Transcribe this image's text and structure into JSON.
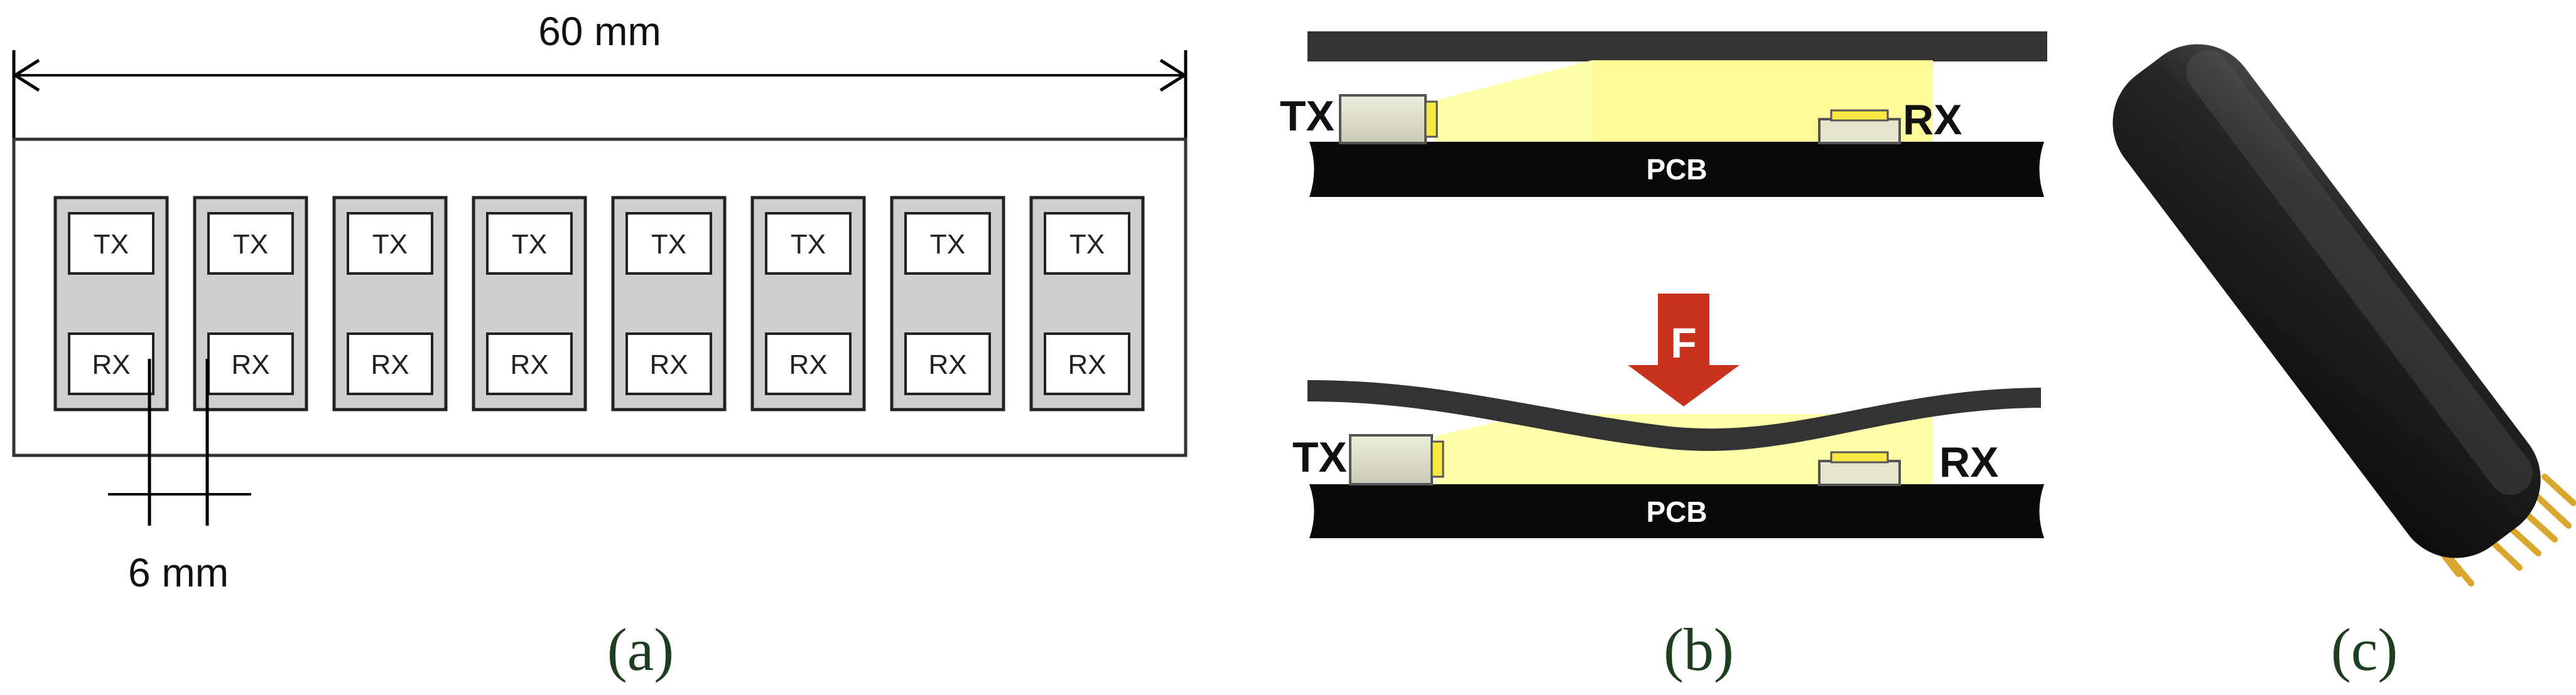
{
  "panel_a": {
    "width_dimension": "60 mm",
    "pitch_dimension": "6 mm",
    "tx_label": "TX",
    "rx_label": "RX",
    "sensor_count": 8,
    "caption": "(a)"
  },
  "panel_b": {
    "top": {
      "tx_label": "TX",
      "rx_label": "RX",
      "pcb_label": "PCB"
    },
    "bottom": {
      "tx_label": "TX",
      "rx_label": "RX",
      "pcb_label": "PCB"
    },
    "force_label": "F",
    "caption": "(b)"
  },
  "panel_c": {
    "caption": "(c)"
  },
  "colors": {
    "sensor_fill": "#cfcfcf",
    "light_beam": "#ffffa6",
    "force_arrow": "#c8321e",
    "lens": "#f7e843",
    "pins": "#d9a72e",
    "caption": "#1f3d1f"
  }
}
